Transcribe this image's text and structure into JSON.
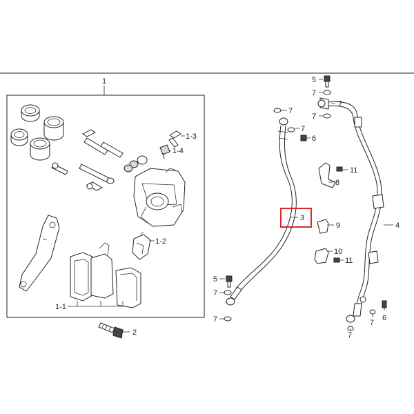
{
  "diagram": {
    "highlight_color": "#d9262c",
    "callouts": {
      "c1": "1",
      "c1_1": "1-1",
      "c1_2": "1-2",
      "c1_3": "1-3",
      "c1_4": "1-4",
      "c2": "2",
      "c3": "3",
      "c4": "4",
      "c5a": "5",
      "c5b": "5",
      "c6a": "6",
      "c6b": "6",
      "c7a": "7",
      "c7b": "7",
      "c7c": "7",
      "c7d": "7",
      "c7e": "7",
      "c7f": "7",
      "c7g": "7",
      "c7h": "7",
      "c7i": "7",
      "c8": "8",
      "c9": "9",
      "c10": "10",
      "c11a": "11",
      "c11b": "11"
    }
  }
}
